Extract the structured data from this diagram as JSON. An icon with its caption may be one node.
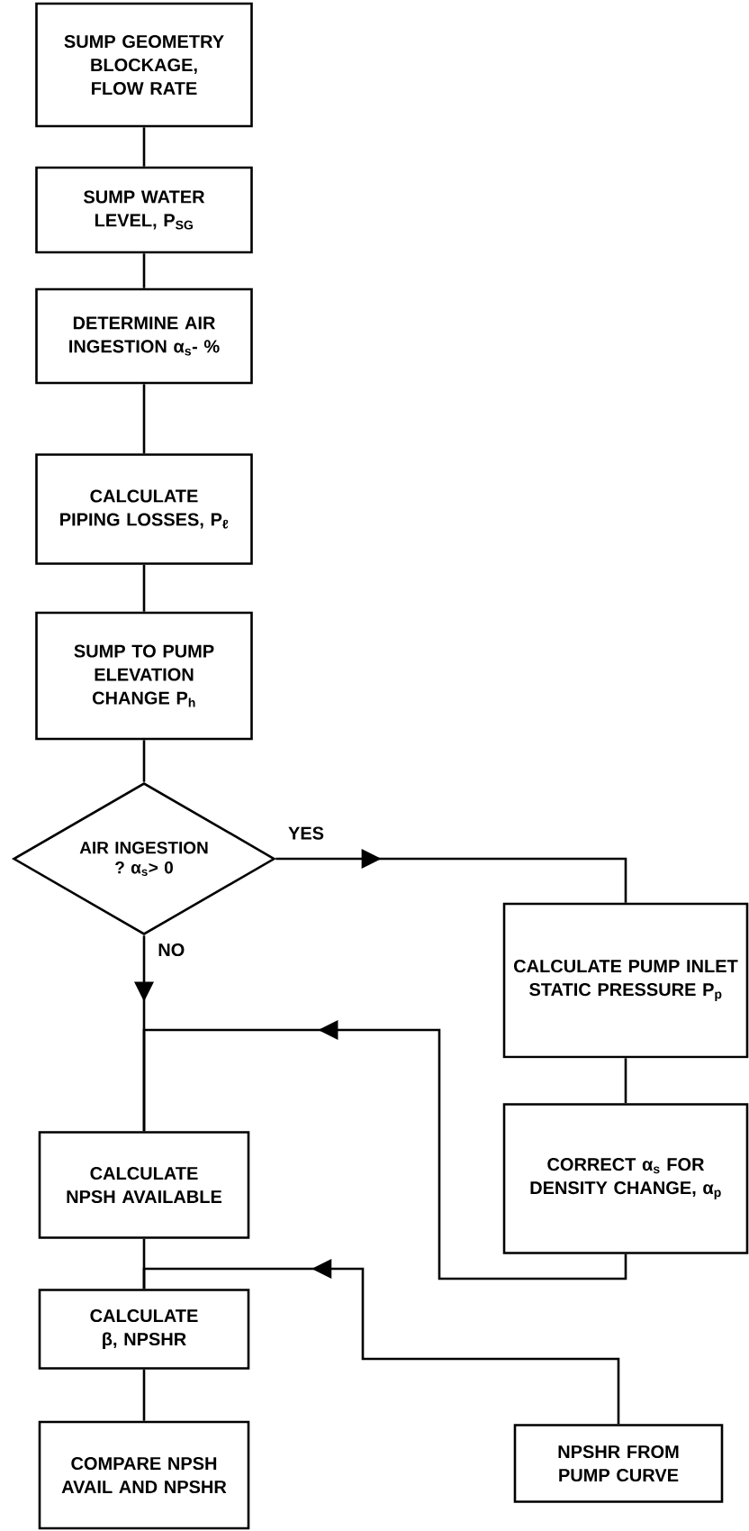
{
  "diagram": {
    "nodes": [
      {
        "text": [
          "SUMP GEOMETRY BLOCKAGE, FLOW RATE"
        ]
      },
      {
        "text": [
          "SUMP WATER LEVEL, P$_{SG}$"
        ]
      },
      {
        "text": [
          "DETERMINE AIR INGESTION α$_{s}$- %"
        ]
      },
      {
        "text": [
          "CALCULATE PIPING LOSSES, P$_{ℓ}$"
        ]
      },
      {
        "text": [
          "SUMP TO PUMP ELEVATION CHANGE P$_{h}$"
        ]
      },
      {
        "text": [
          "AIR INGESTION ? α$_{s}$> 0"
        ]
      },
      {
        "text": [
          "CALCULATE PUMP INLET STATIC PRESSURE P$_{p}$"
        ]
      },
      {
        "text": [
          "CORRECT α$_{s}$ FOR DENSITY CHANGE, α$_{p}$"
        ]
      },
      {
        "text": [
          "CALCULATE NPSH AVAILABLE"
        ]
      },
      {
        "text": [
          "CALCULATE β, NPSHR"
        ]
      },
      {
        "text": [
          "COMPARE NPSH AVAIL AND NPSHR"
        ]
      },
      {
        "text": [
          "NPSHR FROM PUMP CURVE"
        ]
      }
    ],
    "edges": [
      {
        "from": 0,
        "to": 1,
        "arrow": "none"
      },
      {
        "from": 1,
        "to": 2,
        "arrow": "none"
      },
      {
        "from": 2,
        "to": 3,
        "arrow": "none"
      },
      {
        "from": 3,
        "to": 4,
        "arrow": "none"
      },
      {
        "from": 4,
        "to": 5,
        "arrow": "none"
      },
      {
        "from": 5,
        "to": 6,
        "arrow": "to",
        "label": "YES"
      },
      {
        "from": 5,
        "to": 8,
        "arrow": "to",
        "label": "NO"
      },
      {
        "from": 6,
        "to": 7,
        "arrow": "none"
      },
      {
        "from": 7,
        "to": 8,
        "arrow": "to"
      },
      {
        "from": 8,
        "to": 9,
        "arrow": "none"
      },
      {
        "from": 9,
        "to": 10,
        "arrow": "none"
      },
      {
        "from": 11,
        "to": 9,
        "arrow": "to"
      }
    ]
  }
}
